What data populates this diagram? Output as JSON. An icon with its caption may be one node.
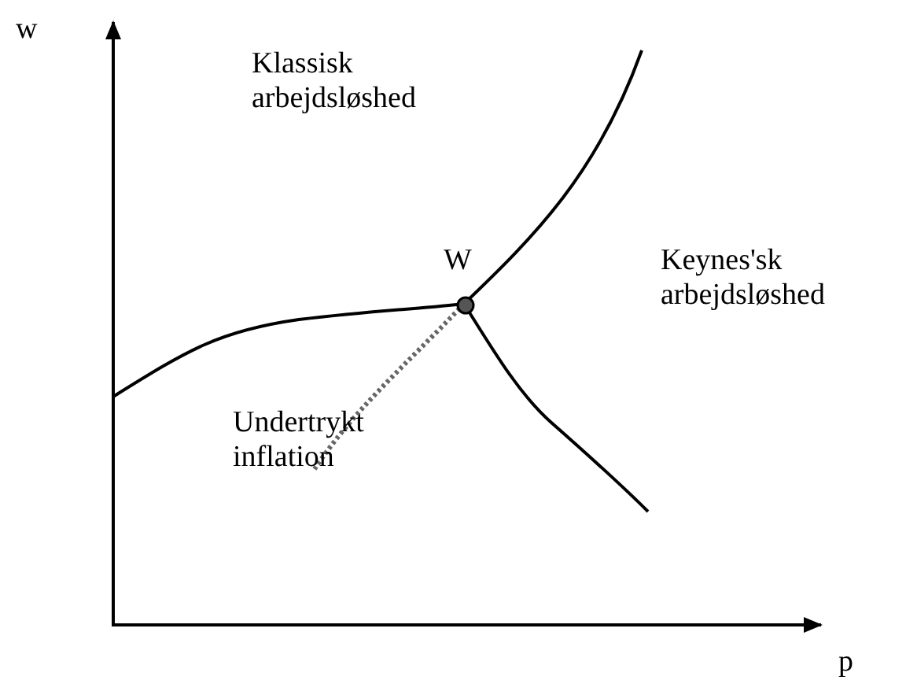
{
  "diagram": {
    "labels": [
      "w",
      "Klassisk arbejdsløshed",
      "W",
      "Keynes'sk arbejdsløshed",
      "Undertrykt inflation",
      "p"
    ]
  }
}
